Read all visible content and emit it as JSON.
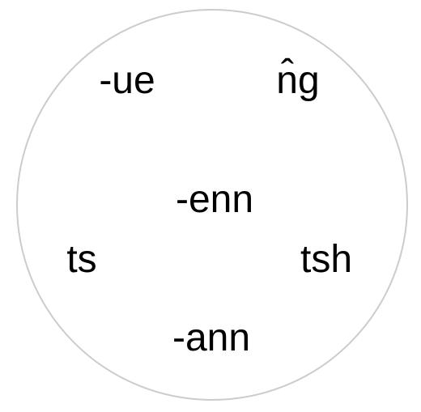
{
  "board": {
    "border_color": "#cccccc",
    "tiles": [
      {
        "label": "-ue"
      },
      {
        "label": " n̂g"
      },
      {
        "label": "-enn"
      },
      {
        "label": "ts"
      },
      {
        "label": "tsh"
      },
      {
        "label": "-ann"
      }
    ]
  }
}
